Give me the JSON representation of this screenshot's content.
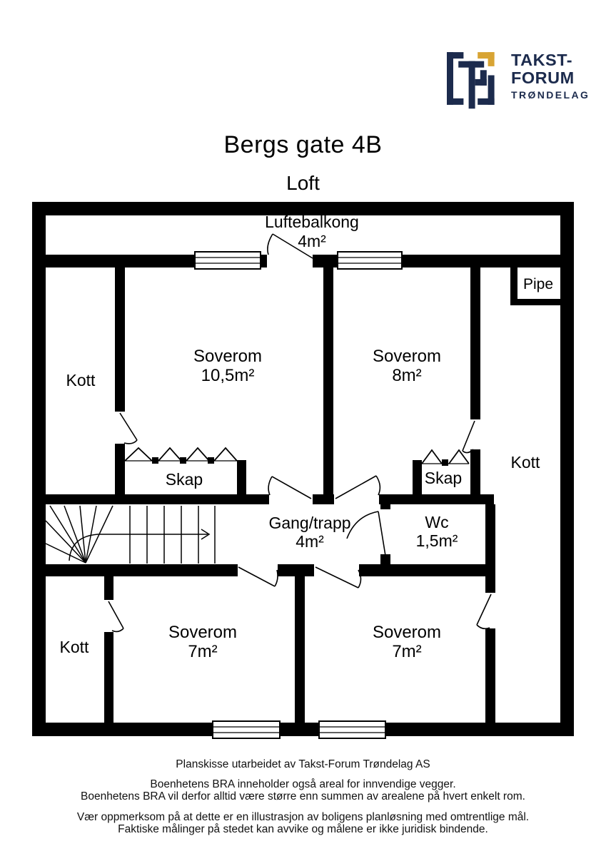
{
  "logo": {
    "line1": "TAKST-",
    "line2": "FORUM",
    "line3": "TRØNDELAG"
  },
  "colors": {
    "navy": "#1c2b4d",
    "gold": "#d8a434",
    "wall": "#000000"
  },
  "header": {
    "title": "Bergs gate 4B",
    "floor": "Loft"
  },
  "plan": {
    "balcony": {
      "name": "Luftebalkong",
      "area": "4m²"
    },
    "pipe": {
      "name": "Pipe"
    },
    "kott_top_left": {
      "name": "Kott"
    },
    "soverom_top_left": {
      "name": "Soverom",
      "area": "10,5m²"
    },
    "soverom_top_right": {
      "name": "Soverom",
      "area": "8m²"
    },
    "skap_left": {
      "name": "Skap"
    },
    "skap_right": {
      "name": "Skap"
    },
    "kott_right": {
      "name": "Kott"
    },
    "gang": {
      "name": "Gang/trapp",
      "area": "4m²"
    },
    "wc": {
      "name": "Wc",
      "area": "1,5m²"
    },
    "kott_bottom_left": {
      "name": "Kott"
    },
    "soverom_bottom_left": {
      "name": "Soverom",
      "area": "7m²"
    },
    "soverom_bottom_right": {
      "name": "Soverom",
      "area": "7m²"
    }
  },
  "footer": {
    "line1": "Planskisse utarbeidet av Takst-Forum Trøndelag AS",
    "line2": "Boenhetens BRA inneholder også areal for innvendige vegger.",
    "line3": "Boenhetens BRA vil derfor alltid være større enn summen av arealene på hvert enkelt rom.",
    "line4": "Vær oppmerksom på at dette er en illustrasjon av boligens planløsning med omtrentlige mål.",
    "line5": "Faktiske målinger på stedet kan avvike og målene er ikke juridisk bindende."
  }
}
